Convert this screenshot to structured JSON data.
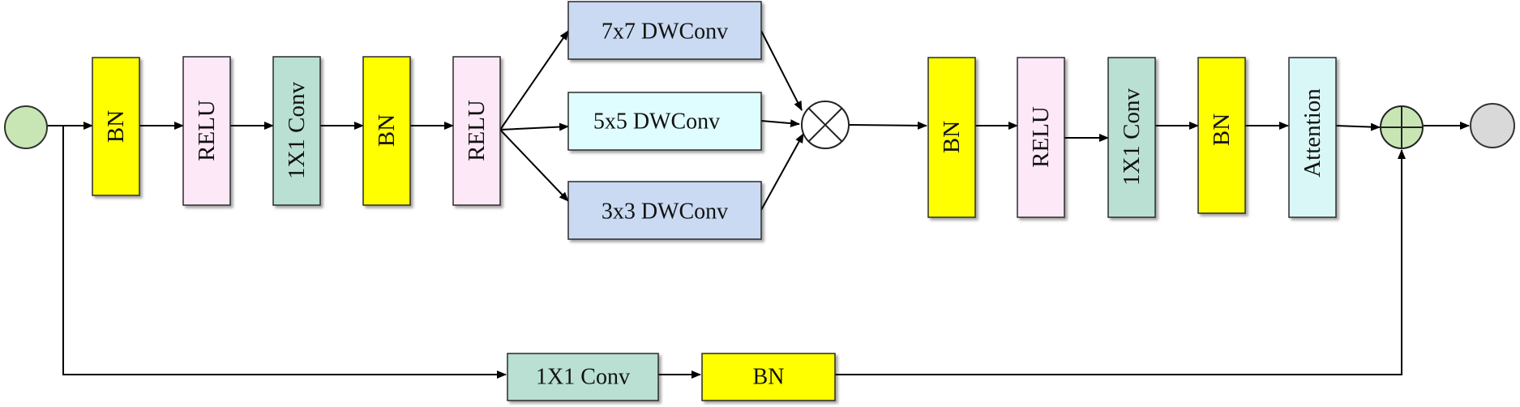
{
  "colors": {
    "bn": "#ffff00",
    "relu": "#fde8f8",
    "conv1x1": "#b9e0d2",
    "dwconv_blue": "#c9daf2",
    "dwconv_cyan": "#dffdff",
    "attention": "#d9f7f6",
    "input_node": "#c8e6b4",
    "add_node": "#c8e6b4",
    "output_node": "#d9d9d9",
    "multiply_node": "#ffffff"
  },
  "main_path": {
    "bn_1": "BN",
    "relu_1": "RELU",
    "conv_1x1_1": "1X1 Conv",
    "bn_2": "BN",
    "relu_2": "RELU"
  },
  "branches": {
    "dwconv_7x7": "7x7 DWConv",
    "dwconv_5x5": "5x5 DWConv",
    "dwconv_3x3": "3x3 DWConv"
  },
  "post_path": {
    "bn_3": "BN",
    "relu_3": "RELU",
    "conv_1x1_2": "1X1 Conv",
    "bn_4": "BN",
    "attention": "Attention"
  },
  "shortcut": {
    "conv_1x1": "1X1 Conv",
    "bn": "BN"
  },
  "icons": {
    "multiply": "circled-times-icon",
    "add": "circled-plus-icon"
  }
}
